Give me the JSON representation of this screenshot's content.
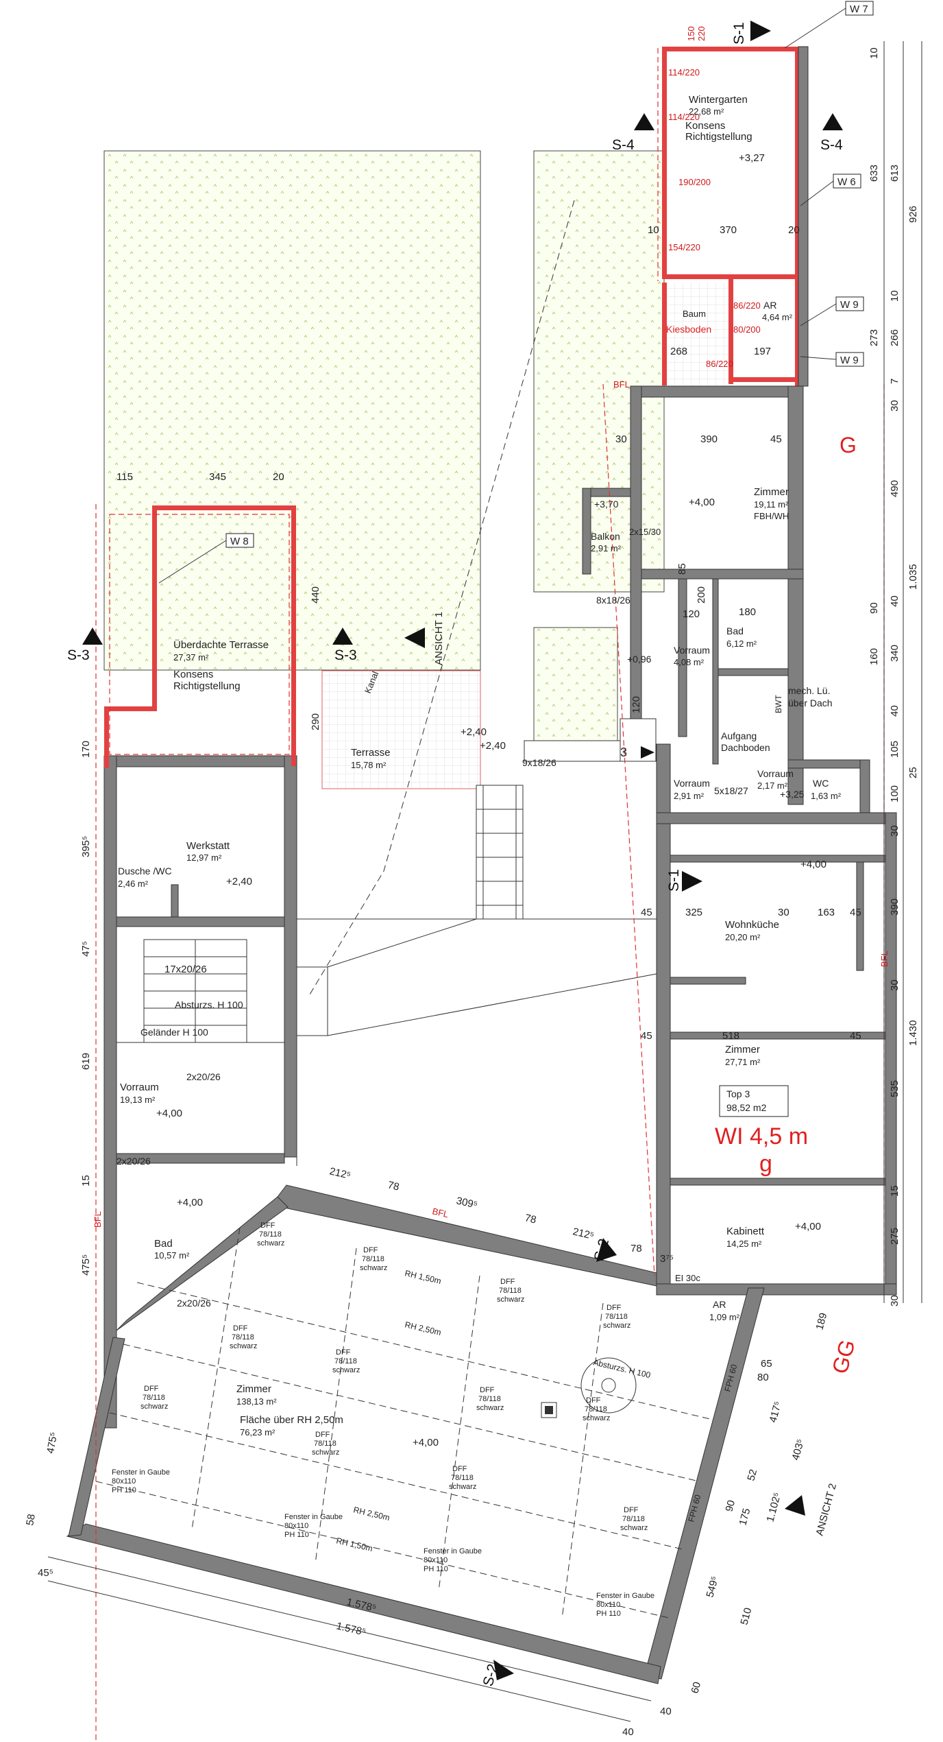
{
  "sheet": {
    "big_label": "WI 4,5 m",
    "big_sub": "g",
    "zone_g": "G",
    "zone_gg": "GG",
    "top_label": "Top 3",
    "top_area": "98,52 m2"
  },
  "sections": {
    "s1": "S-1",
    "s2": "S-2",
    "s3": "S-3",
    "s4": "S-4",
    "ansicht1": "ANSICHT 1",
    "ansicht2": "ANSICHT 2"
  },
  "windows": {
    "w6": "W 6",
    "w7": "W 7",
    "w8": "W 8",
    "w9a": "W 9",
    "w9b": "W 9"
  },
  "rooms": {
    "wintergarten": {
      "name": "Wintergarten",
      "area": "22,68 m²",
      "note1": "Konsens",
      "note2": "Richtigstellung",
      "level": "+3,27"
    },
    "ar_top": {
      "name": "AR",
      "area": "4,64 m²"
    },
    "baum": "Baum",
    "kiesboden": "Kiesboden",
    "zimmer_top": {
      "name": "Zimmer",
      "area": "19,11 m²",
      "note": "FBH/WH",
      "level": "+4,00"
    },
    "balkon": {
      "name": "Balkon",
      "area": "2,91 m²",
      "level": "+3,70",
      "post": "2x15/30"
    },
    "bad_top": {
      "name": "Bad",
      "area": "6,12 m²"
    },
    "vorraum_a": {
      "name": "Vorraum",
      "area": "4,08 m²",
      "level": "+0,96"
    },
    "mech": {
      "l1": "mech. Lü.",
      "l2": "über Dach",
      "bwt": "BWT"
    },
    "aufgang": {
      "l1": "Aufgang",
      "l2": "Dachboden"
    },
    "vorraum_b": {
      "name": "Vorraum",
      "area": "2,91 m²"
    },
    "vorraum_c": {
      "name": "Vorraum",
      "area": "2,17 m²",
      "level": "+3,25"
    },
    "wc": {
      "name": "WC",
      "area": "1,63 m²"
    },
    "terrasse_ue": {
      "name": "Überdachte Terrasse",
      "area": "27,37 m²",
      "note1": "Konsens",
      "note2": "Richtigstellung"
    },
    "terrasse": {
      "name": "Terrasse",
      "area": "15,78 m²",
      "level1": "+2,40",
      "level2": "+2,40"
    },
    "kanal": "Kanal",
    "werkstatt": {
      "name": "Werkstatt",
      "area": "12,97 m²",
      "level": "+2,40"
    },
    "dusche": {
      "name": "Dusche /WC",
      "area": "2,46 m²"
    },
    "vorraum_big": {
      "name": "Vorraum",
      "area": "19,13 m²",
      "level": "+4,00"
    },
    "absturz": "Absturzs. H 100",
    "gelaender": "Geländer H 100",
    "bad_left": {
      "name": "Bad",
      "area": "10,57 m²",
      "level": "+4,00"
    },
    "wohnkueche": {
      "name": "Wohnküche",
      "area": "20,20 m²",
      "level": "+4,00"
    },
    "zimmer_mid": {
      "name": "Zimmer",
      "area": "27,71 m²"
    },
    "kabinett": {
      "name": "Kabinett",
      "area": "14,25 m²",
      "level": "+4,00"
    },
    "ar_low": {
      "name": "AR",
      "area": "1,09 m²",
      "ei": "EI 30c"
    },
    "zimmer_big": {
      "name": "Zimmer",
      "area": "138,13 m²",
      "flaeche": "Fläche über RH 2,50m",
      "flaeche_area": "76,23 m²",
      "level": "+4,00"
    },
    "absturz_right": "Absturzs. H 100",
    "rh150": "RH 1,50m",
    "rh250": "RH 2,50m"
  },
  "stairs": {
    "s1": "8x18/26",
    "s2": "9x18/26",
    "s3": "5x18/27",
    "s4": "17x20/26",
    "s5": "2x20/26",
    "s6": "2x20/26",
    "s7": "2x20/26",
    "num3": "3"
  },
  "labels": {
    "dff": "DFF",
    "dff_size": "78/118",
    "dff_color": "schwarz",
    "gaube": "Fenster in Gaube",
    "gaube_size": "80x110",
    "gaube_ph": "PH 110",
    "fph60": "FPH 60",
    "bfl": "BFL"
  },
  "dims_top": [
    "114/220",
    "114/220",
    "190/200",
    "154/220",
    "86/220",
    "86/220",
    "80/200"
  ],
  "dims_misc": {
    "d150": "150",
    "d220": "220",
    "d10": "10",
    "d370": "370",
    "d20": "20",
    "d268": "268",
    "d197": "197",
    "d390": "390",
    "d30": "30",
    "d45": "45",
    "d85": "85",
    "d120": "120",
    "d180": "180",
    "d200": "200",
    "d115": "115",
    "d345": "345",
    "d440": "440",
    "d290": "290",
    "d170": "170",
    "d395": "395⁵",
    "d475": "47⁵",
    "d619": "619",
    "d15": "15",
    "d4755": "475⁵",
    "d212": "212⁵",
    "d78": "78",
    "d309": "309⁵",
    "d325": "325",
    "d163": "163",
    "d518": "518",
    "d375": "3⁷⁵",
    "d65": "65",
    "d80": "80",
    "d1578a": "1.578⁵",
    "d1578b": "1.578⁵",
    "d4755l": "475⁵",
    "d58": "58",
    "d455": "45⁵",
    "d40": "40",
    "d60": "60",
    "d417": "417⁵",
    "d403": "403⁵",
    "d549": "549⁵",
    "d510": "510",
    "d52": "52",
    "d1102": "1.102⁵",
    "d189": "189",
    "d90": "90",
    "d175": "175"
  },
  "dims_right": [
    "10",
    "633",
    "613",
    "926",
    "10",
    "266",
    "273",
    "7",
    "30",
    "490",
    "1.035",
    "40",
    "90",
    "340",
    "160",
    "40",
    "105",
    "25",
    "100",
    "30",
    "390",
    "30",
    "1.430",
    "535",
    "15",
    "275",
    "30"
  ]
}
